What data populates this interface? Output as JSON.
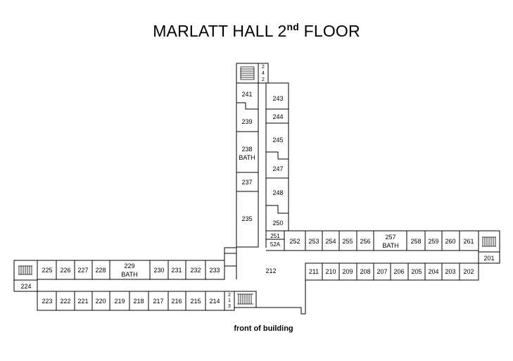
{
  "title": {
    "text": "MARLATT HALL 2",
    "sup": "nd",
    "rest": " FLOOR"
  },
  "caption": "front of building",
  "corridor_label": "212",
  "rooms": {
    "left_tower": [
      "241",
      "239",
      "238",
      "BATH",
      "237",
      "235"
    ],
    "right_tower": [
      "243",
      "244",
      "245",
      "247",
      "248",
      "250",
      "251",
      "52A"
    ],
    "east_wing_north": [
      "252",
      "253",
      "254",
      "255",
      "256",
      "257",
      "BATH",
      "258",
      "259",
      "260",
      "261",
      "201"
    ],
    "east_wing_south": [
      "211",
      "210",
      "209",
      "208",
      "207",
      "206",
      "205",
      "204",
      "203",
      "202"
    ],
    "west_wing_north": [
      "225",
      "226",
      "227",
      "228",
      "229",
      "BATH",
      "230",
      "231",
      "232",
      "233",
      "224"
    ],
    "west_wing_south": [
      "223",
      "222",
      "221",
      "220",
      "219",
      "218",
      "217",
      "216",
      "215",
      "214"
    ]
  },
  "stair_labels": {
    "north": [
      "2",
      "4",
      "2"
    ],
    "south": [
      "2",
      "1",
      "3"
    ]
  }
}
